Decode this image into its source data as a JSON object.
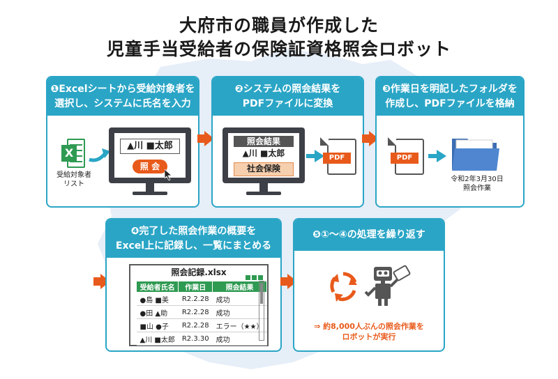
{
  "title": {
    "line1": "大府市の職員が作成した",
    "line2": "児童手当受給者の保険証資格照会ロボット"
  },
  "steps": [
    {
      "line1": "❶Excelシートから受給対象者を",
      "line2": "選択し、システムに氏名を入力"
    },
    {
      "line1": "❷システムの照会結果を",
      "line2": "PDFファイルに変換"
    },
    {
      "line1": "❸作業日を明記したフォルダを",
      "line2": "作成し、PDFファイルを格納"
    },
    {
      "line1": "❹完了した照会作業の概要を",
      "line2": "Excel上に記録し、一覧にまとめる"
    },
    {
      "line1": "❺①〜④の処理を繰り返す",
      "line2": ""
    }
  ],
  "step1": {
    "file_label_line1": "受給対象者",
    "file_label_line2": "リスト",
    "name_entry": "▲川 ■太郎",
    "button_label": "照 会",
    "excel_letter": "X"
  },
  "step2": {
    "result_header": "照会結果",
    "result_name": "▲川 ■太郎",
    "result_tag": "社会保険",
    "pdf_label": "PDF"
  },
  "step3": {
    "pdf_label": "PDF",
    "folder_label_line1": "令和2年3月30日",
    "folder_label_line2": "照会作業"
  },
  "step4": {
    "file_title": "照会記録.xlsx",
    "columns": [
      "受給者氏名",
      "作業日",
      "照会結果"
    ],
    "rows": [
      [
        "●島 ■美",
        "R2.2.28",
        "成功"
      ],
      [
        "●田 ▲助",
        "R2.2.28",
        "成功"
      ],
      [
        "■山 ●子",
        "R2.2.28",
        "エラー（★★）"
      ],
      [
        "▲川 ■太郎",
        "R2.3.30",
        "成功"
      ]
    ]
  },
  "step5": {
    "note_line1": "⇒ 約8,000人ぶんの照会作業を",
    "note_line2": "ロボットが実行"
  },
  "colors": {
    "accent_blue": "#2aa5c6",
    "accent_orange": "#e85a1b",
    "excel_green": "#2e9a52",
    "map_bg": "#e6eef8"
  },
  "icons": [
    "excel-file-icon",
    "monitor-icon",
    "cursor-icon",
    "pdf-file-icon",
    "folder-icon",
    "recycle-icon",
    "robot-icon"
  ]
}
